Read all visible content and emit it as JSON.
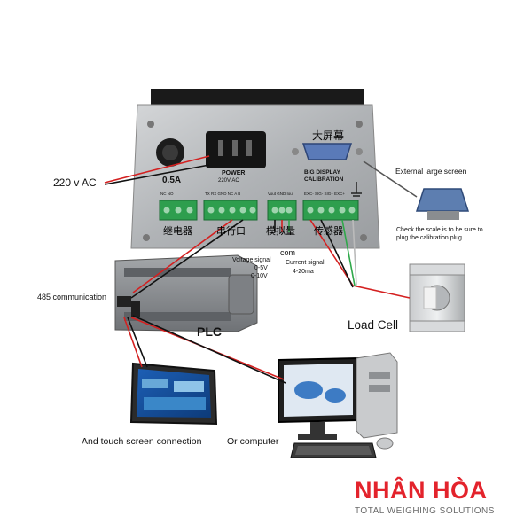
{
  "controller": {
    "fuse_label": "0.5A",
    "power_label": "POWER",
    "power_voltage": "220V AC",
    "big_display_label": "BIG DISPLAY",
    "calibration_label": "CALIBRATION",
    "big_screen_cn": "大屏幕",
    "terminal_relay_cn": "继电器",
    "terminal_serial_cn": "串行口",
    "terminal_analog_cn": "模拟量",
    "terminal_sensor_cn": "传感器",
    "relay_pins": "NC  NO",
    "serial_pins": "TX  RX  GND  NC  A  B",
    "analog_pins": "Vout  GND  Iout",
    "sensor_pins": "EXC- SIG- SIG+ EXC+"
  },
  "labels": {
    "ac_input": "220 v AC",
    "external_screen": "External large screen",
    "calibration_note_line1": "Check the scale is to be sure to",
    "calibration_note_line2": "plug the calibration plug",
    "com": "com",
    "voltage_signal": "Voltage signal",
    "voltage_range1": "0-5V",
    "voltage_range2": "0-10V",
    "current_signal": "Current signal",
    "current_range": "4-20ma",
    "rs485": "485 communication",
    "plc": "PLC",
    "load_cell": "Load Cell",
    "touch_screen": "And touch screen connection",
    "computer": "Or computer"
  },
  "brand": {
    "name": "NHÂN HÒA",
    "tagline": "TOTAL WEIGHING SOLUTIONS",
    "color": "#e3232c"
  },
  "colors": {
    "wire_red": "#d42020",
    "wire_black": "#111111",
    "wire_green": "#2fa84a",
    "wire_white": "#dddddd",
    "panel_gray": "#b9bcbf",
    "terminal_green": "#2e9e4e",
    "plc_gray": "#8a8d90"
  }
}
